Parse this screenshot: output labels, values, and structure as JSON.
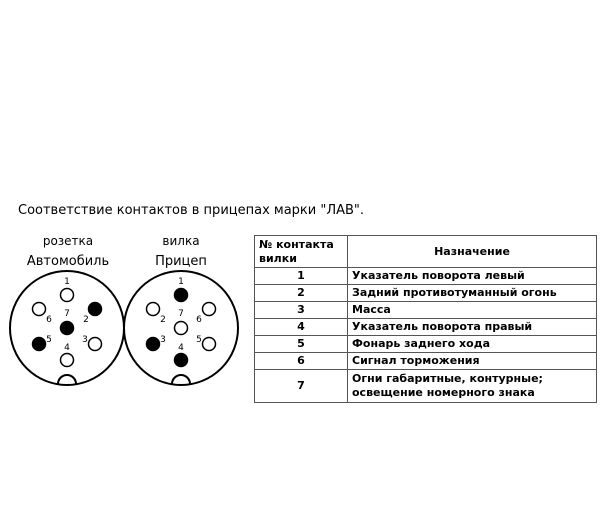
{
  "title": "Соответствие контактов в прицепах марки \"ЛАВ\".",
  "connectors": [
    {
      "type_label": "розетка",
      "name": "Автомобиль",
      "pins": [
        {
          "label": "1",
          "filled": false
        },
        {
          "label": "2",
          "filled": true
        },
        {
          "label": "3",
          "filled": false
        },
        {
          "label": "4",
          "filled": false
        },
        {
          "label": "5",
          "filled": true
        },
        {
          "label": "6",
          "filled": false
        },
        {
          "label": "7",
          "filled": true
        }
      ]
    },
    {
      "type_label": "вилка",
      "name": "Прицеп",
      "pins": [
        {
          "label": "1",
          "filled": true
        },
        {
          "label": "2",
          "filled": false
        },
        {
          "label": "3",
          "filled": true
        },
        {
          "label": "4",
          "filled": true
        },
        {
          "label": "5",
          "filled": false
        },
        {
          "label": "6",
          "filled": false
        },
        {
          "label": "7",
          "filled": false
        }
      ]
    }
  ],
  "table": {
    "header_num": "№ контакта вилки",
    "header_desc": "Назначение",
    "rows": [
      {
        "num": "1",
        "desc": "Указатель поворота левый"
      },
      {
        "num": "2",
        "desc": "Задний противотуманный огонь"
      },
      {
        "num": "3",
        "desc": "Масса"
      },
      {
        "num": "4",
        "desc": "Указатель поворота правый"
      },
      {
        "num": "5",
        "desc": "Фонарь заднего хода"
      },
      {
        "num": "6",
        "desc": "Сигнал торможения"
      },
      {
        "num": "7",
        "desc": "Огни габаритные, контурные; освещение номерного знака"
      }
    ]
  }
}
